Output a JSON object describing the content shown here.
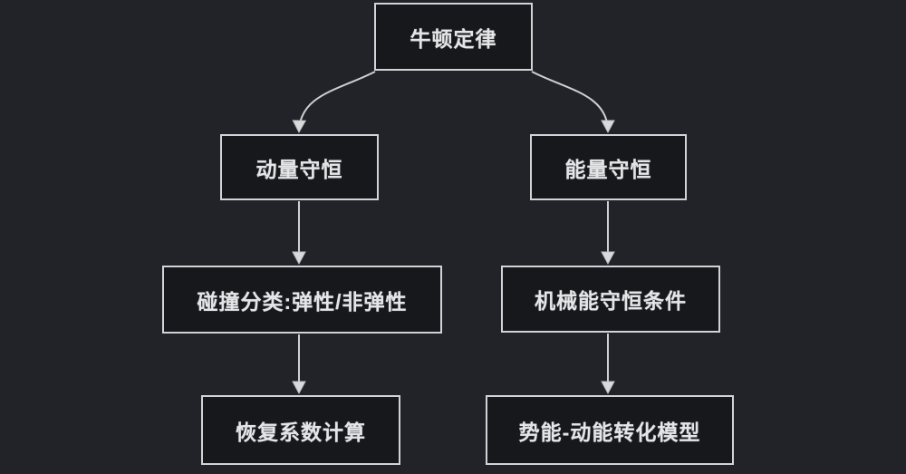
{
  "diagram": {
    "type": "flowchart",
    "nodes": {
      "root": {
        "label": "牛顿定律"
      },
      "momentum": {
        "label": "动量守恒"
      },
      "energy": {
        "label": "能量守恒"
      },
      "collision": {
        "label": "碰撞分类:弹性/非弹性"
      },
      "mechanical": {
        "label": "机械能守恒条件"
      },
      "restitution": {
        "label": "恢复系数计算"
      },
      "conversion": {
        "label": "势能-动能转化模型"
      }
    },
    "edges": [
      {
        "from": "牛顿定律",
        "to": "动量守恒"
      },
      {
        "from": "牛顿定律",
        "to": "能量守恒"
      },
      {
        "from": "动量守恒",
        "to": "碰撞分类:弹性/非弹性"
      },
      {
        "from": "能量守恒",
        "to": "机械能守恒条件"
      },
      {
        "from": "碰撞分类:弹性/非弹性",
        "to": "恢复系数计算"
      },
      {
        "from": "机械能守恒条件",
        "to": "势能-动能转化模型"
      }
    ],
    "colors": {
      "background": "#212329",
      "node_fill": "#17181c",
      "node_border": "#d2d3d6",
      "text": "#e4e5e7",
      "arrow_line": "#cfd0d3",
      "arrow_head": "#d9dadc"
    }
  }
}
